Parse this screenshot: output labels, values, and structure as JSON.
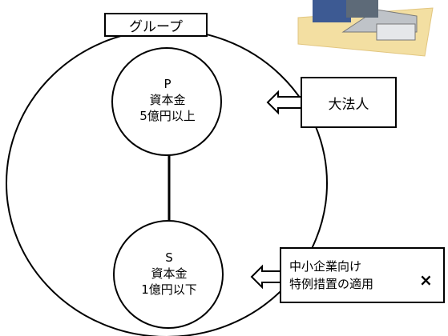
{
  "group": {
    "label": "グループ"
  },
  "parent": {
    "lines": [
      "P",
      "資本金",
      "5億円以上"
    ]
  },
  "subsidiary": {
    "lines": [
      "S",
      "資本金",
      "1億円以下"
    ]
  },
  "large_corp_box": {
    "label": "大法人"
  },
  "sme_box": {
    "lines": [
      "中小企業向け",
      "特例措置の適用"
    ],
    "mark": "×"
  },
  "illustration": {
    "subject": "person-at-laptop"
  }
}
